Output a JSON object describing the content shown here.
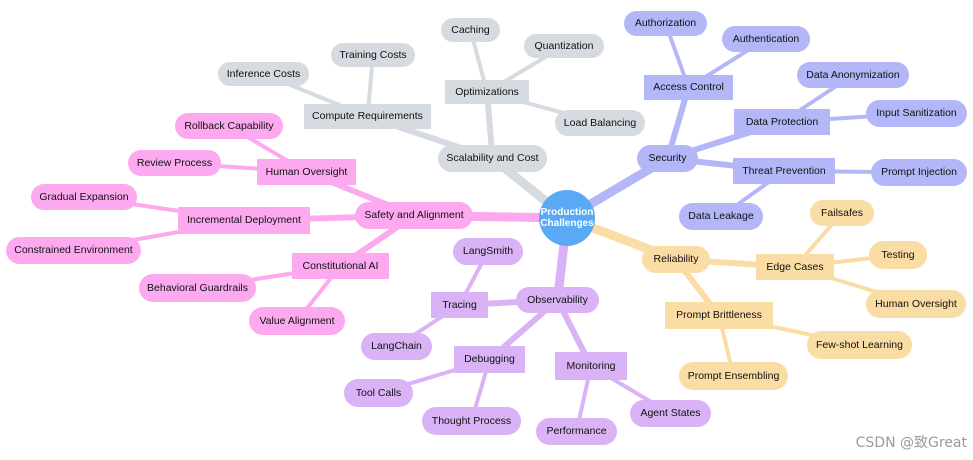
{
  "center": {
    "label": "Production Challenges"
  },
  "watermark": "CSDN @致Great",
  "palette": {
    "center": "#5aa9f5",
    "scalability": "#d5dbe0",
    "security": "#b3b7f7",
    "safety": "#fca9ef",
    "observability": "#d9b3f5",
    "reliability": "#fadca5"
  },
  "branches": {
    "scalability": {
      "label": "Scalability and Cost",
      "children": {
        "compute": {
          "label": "Compute Requirements",
          "children": {
            "inference": "Inference Costs",
            "training": "Training Costs"
          }
        },
        "optimizations": {
          "label": "Optimizations",
          "children": {
            "caching": "Caching",
            "quantization": "Quantization",
            "load_balancing": "Load Balancing"
          }
        }
      }
    },
    "security": {
      "label": "Security",
      "children": {
        "access": {
          "label": "Access Control",
          "children": {
            "authorization": "Authorization",
            "authentication": "Authentication"
          }
        },
        "protection": {
          "label": "Data Protection",
          "children": {
            "anonymization": "Data Anonymization",
            "sanitization": "Input Sanitization"
          }
        },
        "threat": {
          "label": "Threat Prevention",
          "children": {
            "injection": "Prompt Injection",
            "leakage": "Data Leakage"
          }
        }
      }
    },
    "safety": {
      "label": "Safety and Alignment",
      "children": {
        "oversight": {
          "label": "Human Oversight",
          "children": {
            "rollback": "Rollback Capability",
            "review": "Review Process"
          }
        },
        "incremental": {
          "label": "Incremental Deployment",
          "children": {
            "gradual": "Gradual Expansion",
            "constrained": "Constrained Environment"
          }
        },
        "constitutional": {
          "label": "Constitutional AI",
          "children": {
            "guardrails": "Behavioral Guardrails",
            "value": "Value Alignment"
          }
        }
      }
    },
    "observability": {
      "label": "Observability",
      "children": {
        "tracing": {
          "label": "Tracing",
          "children": {
            "langsmith": "LangSmith",
            "langchain": "LangChain"
          }
        },
        "debugging": {
          "label": "Debugging",
          "children": {
            "toolcalls": "Tool Calls",
            "thought": "Thought Process"
          }
        },
        "monitoring": {
          "label": "Monitoring",
          "children": {
            "performance": "Performance",
            "agentstates": "Agent States"
          }
        }
      }
    },
    "reliability": {
      "label": "Reliability",
      "children": {
        "edge": {
          "label": "Edge Cases",
          "children": {
            "failsafes": "Failsafes",
            "testing": "Testing",
            "human_oversight": "Human Oversight"
          }
        },
        "brittleness": {
          "label": "Prompt Brittleness",
          "children": {
            "fewshot": "Few-shot Learning",
            "ensembling": "Prompt Ensembling"
          }
        }
      }
    }
  }
}
